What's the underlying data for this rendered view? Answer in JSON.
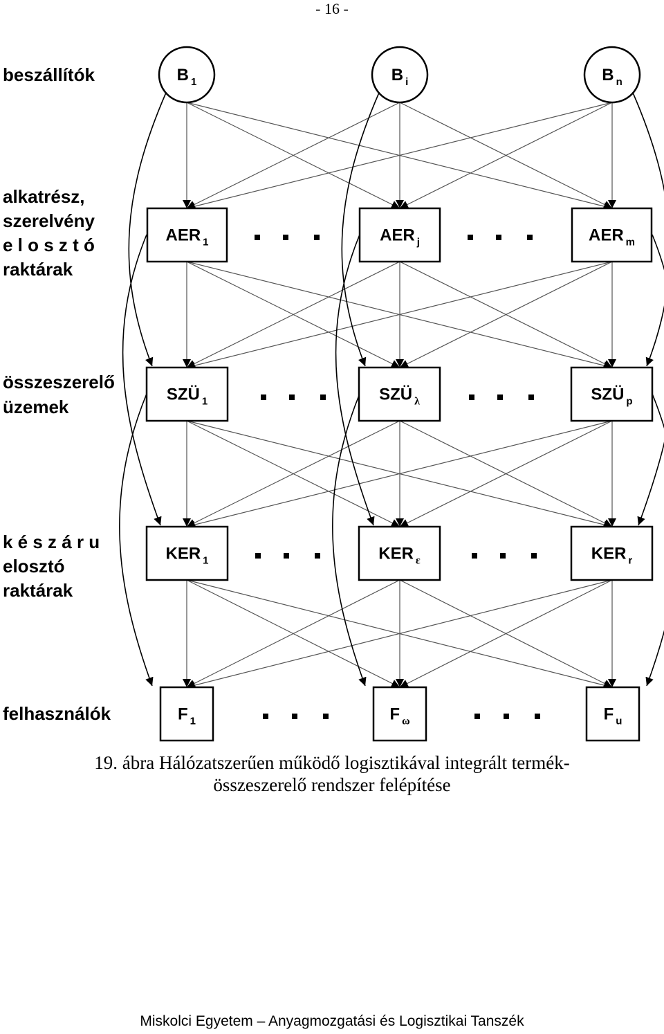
{
  "page_number": "- 16 -",
  "row_labels": [
    [
      "beszállítók"
    ],
    [
      "alkatrész,",
      "szerelvény",
      "e l o s z t ó",
      "raktárak"
    ],
    [
      "összeszerelő",
      "üzemek"
    ],
    [
      "k é s z á r u",
      "elosztó",
      "raktárak"
    ],
    [
      "felhasználók"
    ]
  ],
  "levels": [
    {
      "nodes": [
        {
          "main": "B",
          "sub": "1"
        },
        {
          "main": "B",
          "sub": "i"
        },
        {
          "main": "B",
          "sub": "n"
        }
      ]
    },
    {
      "nodes": [
        {
          "main": "AER",
          "sub": "1"
        },
        {
          "main": "AER",
          "sub": "j"
        },
        {
          "main": "AER",
          "sub": "m"
        }
      ]
    },
    {
      "nodes": [
        {
          "main": "SZÜ",
          "sub": "1"
        },
        {
          "main": "SZÜ",
          "sub": "λ"
        },
        {
          "main": "SZÜ",
          "sub": "p"
        }
      ]
    },
    {
      "nodes": [
        {
          "main": "KER",
          "sub": "1"
        },
        {
          "main": "KER",
          "sub": "ε"
        },
        {
          "main": "KER",
          "sub": "r"
        }
      ]
    },
    {
      "nodes": [
        {
          "main": "F",
          "sub": "1"
        },
        {
          "main": "F",
          "sub": "ω"
        },
        {
          "main": "F",
          "sub": "u"
        }
      ]
    }
  ],
  "caption": {
    "line1": "19. ábra Hálózatszerűen működő logisztikával integrált termék-",
    "line2": "összeszerelő rendszer felépítése"
  },
  "footer": "Miskolci Egyetem – Anyagmozgatási és Logisztikai Tanszék",
  "colors": {
    "ink": "#000000",
    "edge": "#555555"
  }
}
